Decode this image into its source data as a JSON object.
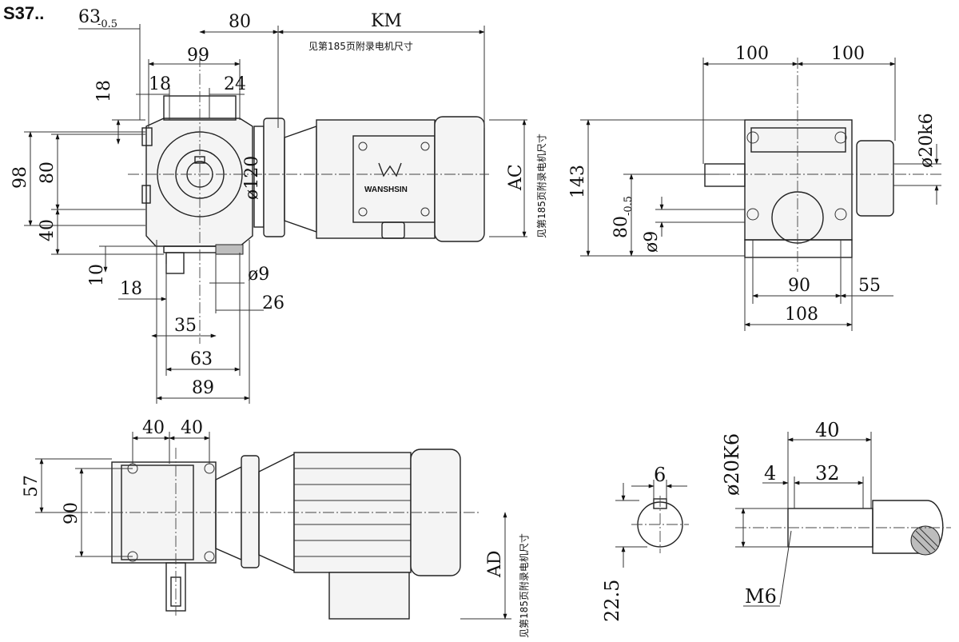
{
  "title": "S37..",
  "notes": {
    "motor_ref_top": "见第185页附录电机尺寸",
    "motor_ref_side": "见第185页附录电机尺寸"
  },
  "brand": "WANSHSIN",
  "front_view": {
    "d_63": "63",
    "d_63_tol": "-0.5",
    "d_80": "80",
    "d_KM": "KM",
    "d_99": "99",
    "d_18a": "18",
    "d_24": "24",
    "d_18b": "18",
    "d_98": "98",
    "d_80b": "80",
    "d_40": "40",
    "d_10": "10",
    "d_120": "ø120",
    "d_AC": "AC",
    "d_9": "ø9",
    "d_18c": "18",
    "d_26": "26",
    "d_35": "35",
    "d_63b": "63",
    "d_89": "89"
  },
  "right_view": {
    "d_100a": "100",
    "d_100b": "100",
    "d_20k6": "ø20k6",
    "d_143": "143",
    "d_80": "80",
    "d_80_tol": "-0.5",
    "d_9": "ø9",
    "d_90": "90",
    "d_55": "55",
    "d_108": "108"
  },
  "bottom_view": {
    "d_40a": "40",
    "d_40b": "40",
    "d_57": "57",
    "d_90": "90",
    "d_AD": "AD"
  },
  "key_section": {
    "d_6": "6",
    "d_22_5": "22.5"
  },
  "shaft_detail": {
    "d_40": "40",
    "d_20K6": "ø20K6",
    "d_4": "4",
    "d_32": "32",
    "d_M6": "M6"
  }
}
